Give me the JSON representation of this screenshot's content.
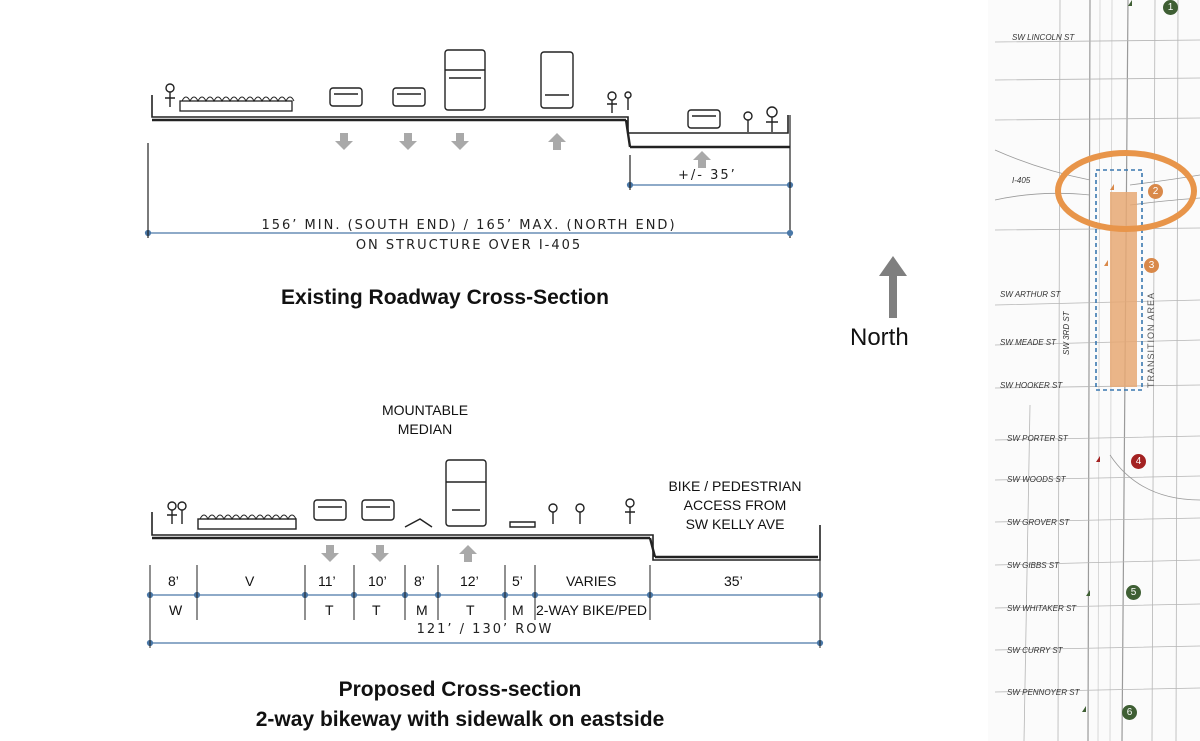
{
  "existing": {
    "title": "Existing Roadway Cross-Section",
    "east_width": "+/- 35’",
    "total_width_line1": "156’ MIN. (SOUTH END)  /  165’ MAX. (NORTH END)",
    "total_width_line2": "ON STRUCTURE OVER I-405"
  },
  "proposed": {
    "title_line1": "Proposed Cross-section",
    "title_line2": "2-way bikeway with sidewalk on eastside",
    "median_label_line1": "MOUNTABLE",
    "median_label_line2": "MEDIAN",
    "access_label_line1": "BIKE / PEDESTRIAN",
    "access_label_line2": "ACCESS FROM",
    "access_label_line3": "SW KELLY AVE",
    "segments": [
      {
        "width": "8’",
        "code": "W"
      },
      {
        "width": "V",
        "code": ""
      },
      {
        "width": "11’",
        "code": "T"
      },
      {
        "width": "10’",
        "code": "T"
      },
      {
        "width": "8’",
        "code": "M"
      },
      {
        "width": "12’",
        "code": "T"
      },
      {
        "width": "5’",
        "code": "M"
      },
      {
        "width": "VARIES",
        "code": "2-WAY BIKE/PED"
      },
      {
        "width": "35’",
        "code": ""
      }
    ],
    "row_label": "121’ / 130’ ROW"
  },
  "north_label": "North",
  "map": {
    "streets": [
      "SW LINCOLN ST",
      "I-405",
      "SW ARTHUR ST",
      "SW MEADE ST",
      "SW 3RD ST",
      "SW HOOKER ST",
      "SW PORTER ST",
      "SW WOODS ST",
      "SW GROVER ST",
      "SW GIBBS ST",
      "SW WHITAKER ST",
      "SW CURRY ST",
      "SW PENNOYER ST"
    ],
    "transition_label": "TRANSITION AREA",
    "markers": [
      "1",
      "2",
      "3",
      "4",
      "5",
      "6"
    ],
    "colors": {
      "green": "#3f5f34",
      "orange": "#d9894a",
      "red": "#a32222",
      "highlight": "#e6a873",
      "circle": "#e8954a",
      "dash": "#3a78b0"
    }
  }
}
